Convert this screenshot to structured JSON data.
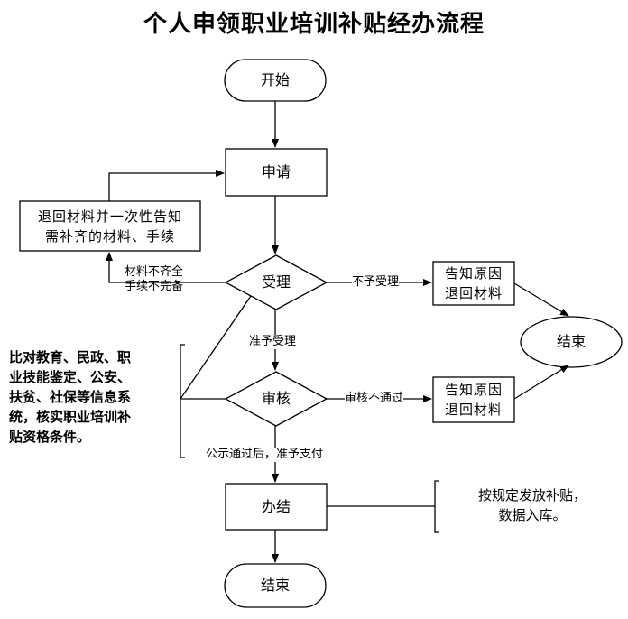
{
  "title": "个人申领职业培训补贴经办流程",
  "nodes": {
    "start": "开始",
    "apply": "申请",
    "return_materials": [
      "退回材料并一次性告知",
      "需补齐的材料、手续"
    ],
    "accept": "受理",
    "reject_notice_1": [
      "告知原因",
      "退回材料"
    ],
    "end_right": "结束",
    "review": "审核",
    "reject_notice_2": [
      "告知原因",
      "退回材料"
    ],
    "finish": "办结",
    "end_bottom": "结束"
  },
  "edge_labels": {
    "incomplete": [
      "材料不齐全",
      "手续不完备"
    ],
    "not_accepted": "不予受理",
    "accepted": "准予受理",
    "review_failed": "审核不通过",
    "publicized": "公示通过后，准予支付"
  },
  "notes": {
    "verification": [
      "比对教育、民政、职",
      "业技能鉴定、公安、",
      "扶贫、社保等信息系",
      "统，核实职业培训补",
      "贴资格条件。"
    ],
    "payment": [
      "按规定发放补贴，",
      "数据入库。"
    ]
  }
}
